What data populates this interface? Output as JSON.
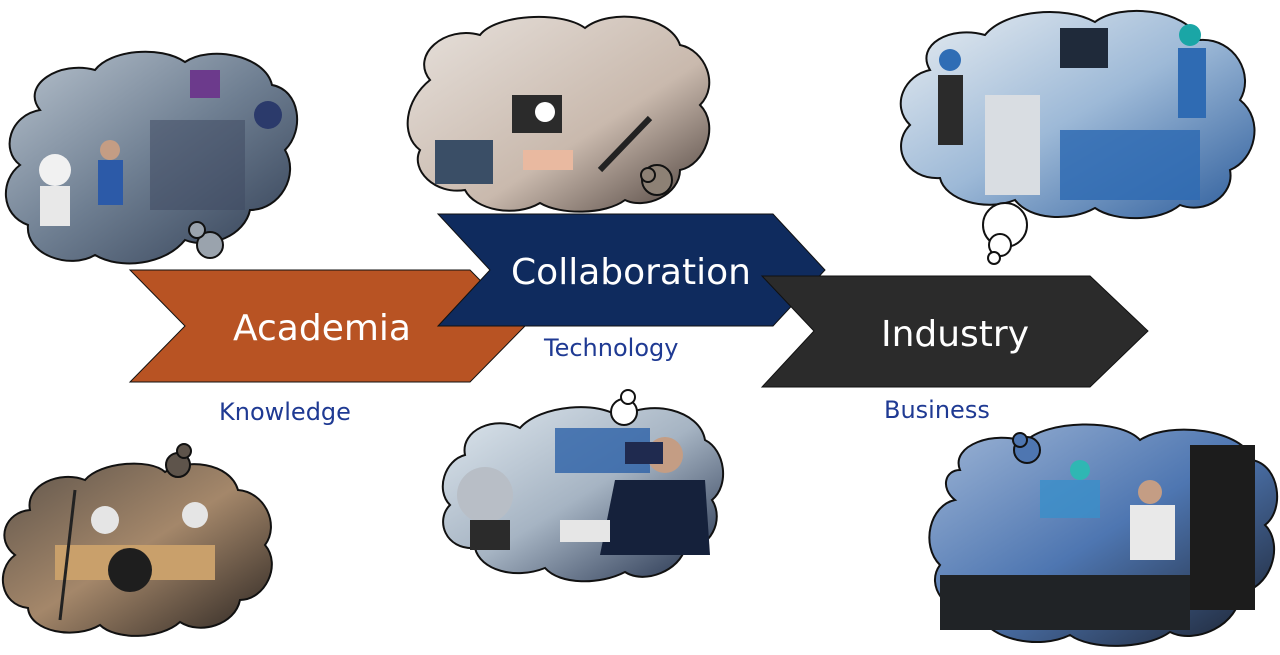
{
  "arrows": {
    "academia": {
      "label": "Academia",
      "fill": "#b85323"
    },
    "collaboration": {
      "label": "Collaboration",
      "fill": "#0f2b5e"
    },
    "industry": {
      "label": "Industry",
      "fill": "#2b2b2b"
    }
  },
  "sublabels": {
    "knowledge": "Knowledge",
    "technology": "Technology",
    "business": "Business"
  },
  "colors": {
    "sublabel": "#1f3a93",
    "cloud_outline": "#111111"
  },
  "images": [
    {
      "name": "expo-hall-robot-photo",
      "bg": "#6f7f92"
    },
    {
      "name": "robot-lab-photo",
      "bg": "#8d8175"
    },
    {
      "name": "surgical-room-photo",
      "bg": "#8fb0cf"
    },
    {
      "name": "vr-teleoperation-photo",
      "bg": "#5f6f86"
    },
    {
      "name": "robot-rig-photo",
      "bg": "#7f6b58"
    },
    {
      "name": "vr-car-simulation-photo",
      "bg": "#4f6f9a"
    }
  ]
}
